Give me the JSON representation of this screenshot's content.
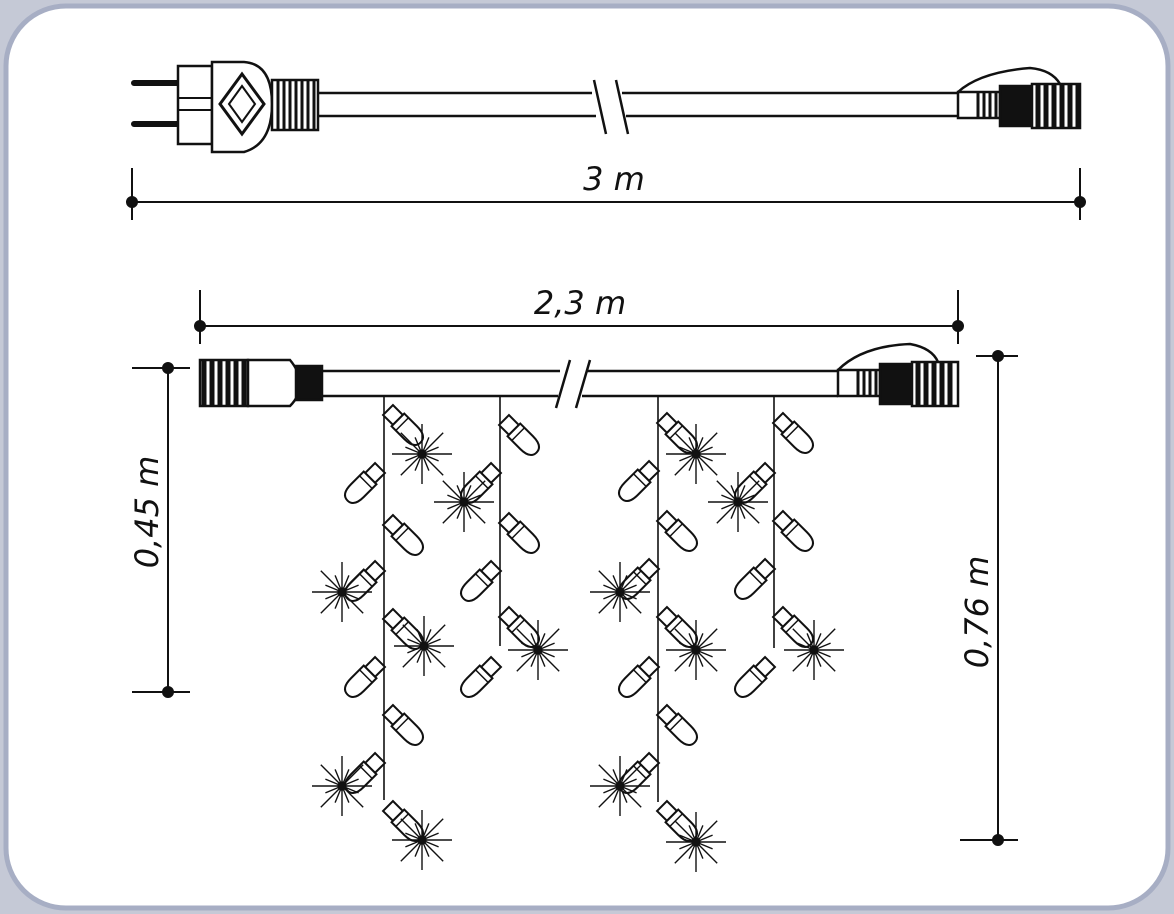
{
  "colors": {
    "frame_border": "#a7aec4",
    "frame_fill": "#ffffff",
    "ink": "#111111"
  },
  "icons": [
    "plug-icon",
    "connector-icon",
    "led-bulb-icon",
    "sparkle-icon",
    "cable-break-icon"
  ],
  "dimensions": {
    "power_cable_length": "3 m",
    "light_strip_width": "2,3 m",
    "short_drop_height": "0,45 m",
    "long_drop_height": "0,76 m"
  }
}
